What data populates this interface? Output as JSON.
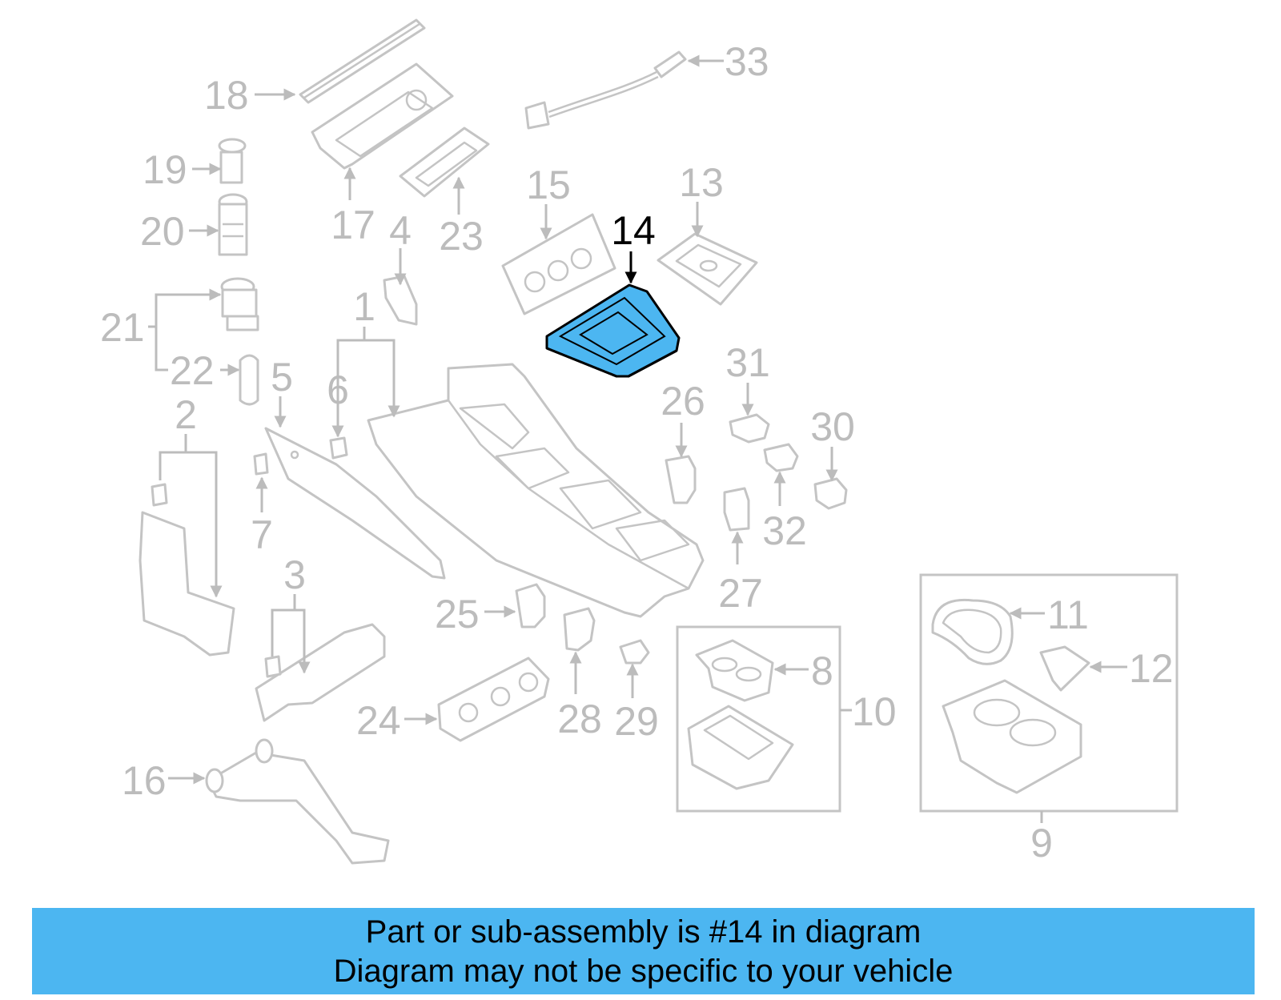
{
  "diagram": {
    "highlighted_part": "14",
    "highlight_color": "#4cb6f1",
    "callouts": [
      "1",
      "2",
      "3",
      "4",
      "5",
      "6",
      "7",
      "8",
      "9",
      "10",
      "11",
      "12",
      "13",
      "14",
      "15",
      "16",
      "17",
      "18",
      "19",
      "20",
      "21",
      "22",
      "23",
      "24",
      "25",
      "26",
      "27",
      "28",
      "29",
      "30",
      "31",
      "32",
      "33"
    ]
  },
  "banner": {
    "line1": "Part or sub-assembly is #14 in diagram",
    "line2": "Diagram may not be specific to your vehicle",
    "background": "#4cb6f1"
  }
}
